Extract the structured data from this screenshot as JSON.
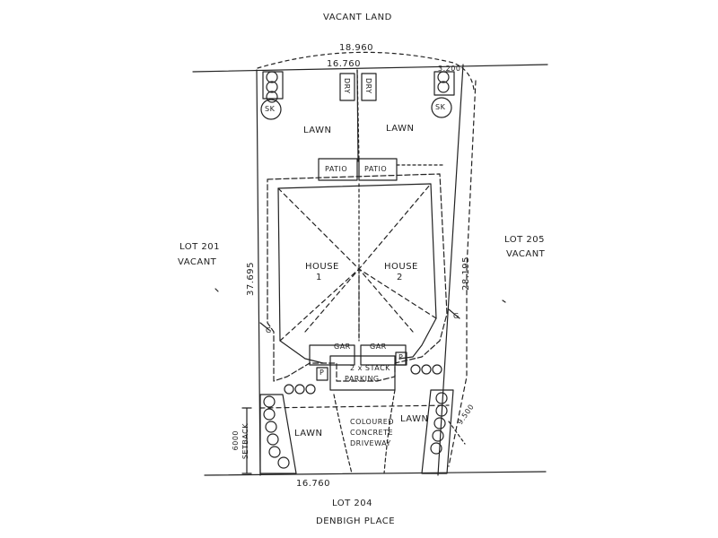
{
  "labels": {
    "vacant_land": "VACANT LAND",
    "top_dim_outer": "18.960",
    "top_dim_inner": "16.760",
    "dim_3200": "3.200",
    "dry_left": "DRY",
    "dry_right": "DRY",
    "sk_left": "SK",
    "sk_right": "SK",
    "lawn_top_left": "LAWN",
    "lawn_top_right": "LAWN",
    "patio_left": "PATIO",
    "patio_right": "PATIO",
    "lot_201": "LOT 201",
    "lot_201_vacant": "VACANT",
    "lot_205": "LOT 205",
    "lot_205_vacant": "VACANT",
    "dim_left_side": "37.695",
    "dim_right_side": "28.195",
    "house_1": "HOUSE",
    "house_1_num": "1",
    "house_2": "HOUSE",
    "house_2_num": "2",
    "g_left": "G",
    "g_right": "G",
    "gar_left": "GAR",
    "gar_right": "GAR",
    "p_left": "P",
    "p_right": "P",
    "stack_parking_1": "2 x STACK",
    "stack_parking_2": "PARKING",
    "setback_1": "6000",
    "setback_2": "SETBACK",
    "lawn_bottom_left": "LAWN",
    "lawn_bottom_right": "LAWN",
    "driveway_1": "COLOURED",
    "driveway_2": "CONCRETE",
    "driveway_3": "DRIVEWAY",
    "dim_9500": "9.500",
    "bottom_dim": "16.760",
    "lot_204": "LOT 204",
    "denbigh_place": "DENBIGH PLACE"
  }
}
